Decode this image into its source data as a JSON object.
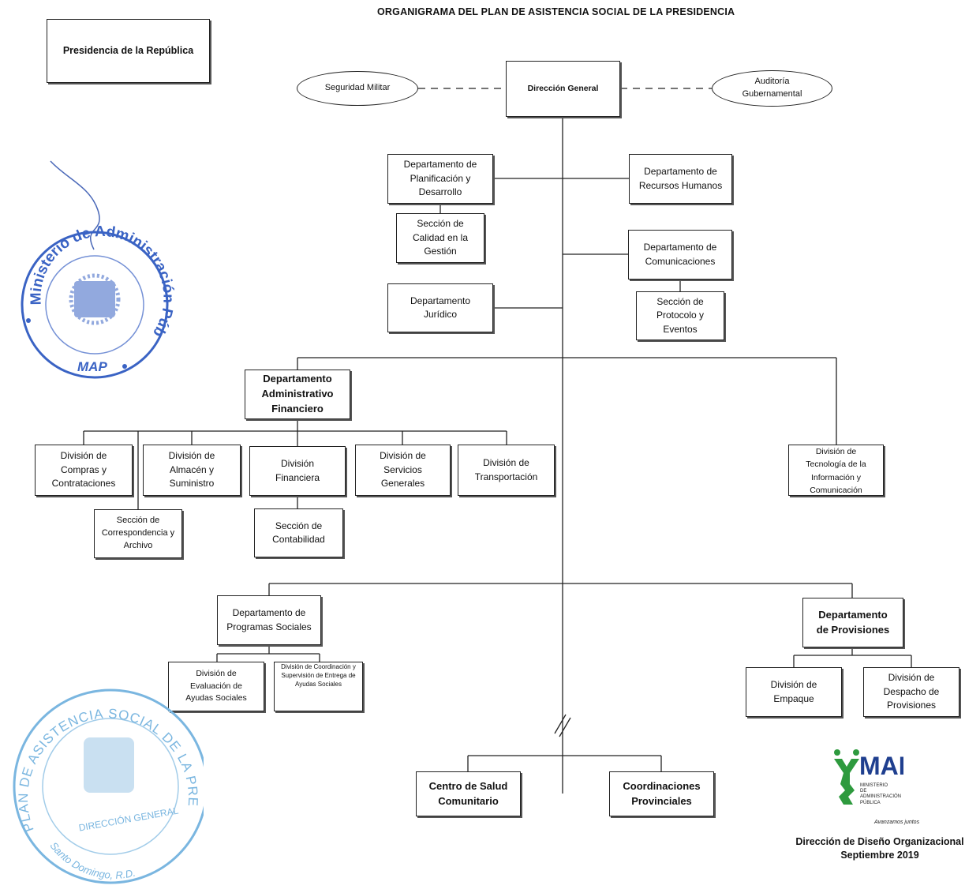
{
  "header": {
    "title": "ORGANIGRAMA DEL PLAN DE ASISTENCIA SOCIAL DE LA PRESIDENCIA"
  },
  "top_left_box": "Presidencia de la República",
  "top": {
    "seguridad": "Seguridad Militar",
    "direccion": "Dirección General",
    "auditoria": "Auditoría Gubernamental"
  },
  "units": {
    "planificacion": "Departamento de Planificación y Desarrollo",
    "calidad": "Sección de Calidad en la Gestión",
    "rrhh": "Departamento de Recursos Humanos",
    "comunicaciones": "Departamento de Comunicaciones",
    "protocolo": "Sección de Protocolo y Eventos",
    "juridico": "Departamento Jurídico",
    "admin": "Departamento Administrativo Financiero",
    "compras": "División de Compras y Contrataciones",
    "correspondencia": "Sección de Correspondencia y Archivo",
    "almacen": "División de Almacén y Suministro",
    "financiera": "División Financiera",
    "contabilidad": "Sección de Contabilidad",
    "servicios": "División de Servicios Generales",
    "transportacion": "División de Transportación",
    "tecnologia": "División de Tecnología de la Información y Comunicación",
    "programas": "Departamento de Programas Sociales",
    "evaluacion": "División de Evaluación de Ayudas Sociales",
    "coordinacion": "División de Coordinación y Supervisión de Entrega de Ayudas Sociales",
    "provisiones": "Departamento de Provisiones",
    "empaque": "División de Empaque",
    "despacho": "División de Despacho de Provisiones",
    "centro": "Centro de Salud Comunitario",
    "coordinaciones": "Coordinaciones Provinciales"
  },
  "seals": {
    "map_seal": {
      "text": "Ministerio de Administración Pública",
      "bottom": "MAP",
      "color": "#3a63c4"
    },
    "plan_seal": {
      "text": "PLAN DE ASISTENCIA SOCIAL DE LA PRESIDENCIA",
      "center": "DIRECCIÓN GENERAL",
      "bottom": "Santo Domingo, R.D.",
      "color": "#7ab6e0"
    }
  },
  "logo": {
    "name": "MAP",
    "caption": "MINISTERIO DE ADMINISTRACIÓN PÚBLICA",
    "signature": "Avanzamos juntos",
    "green": "#2e9a3e",
    "blue": "#1f3f8f"
  },
  "footer": {
    "line1": "Dirección de Diseño Organizacional",
    "line2": "Septiembre 2019"
  }
}
